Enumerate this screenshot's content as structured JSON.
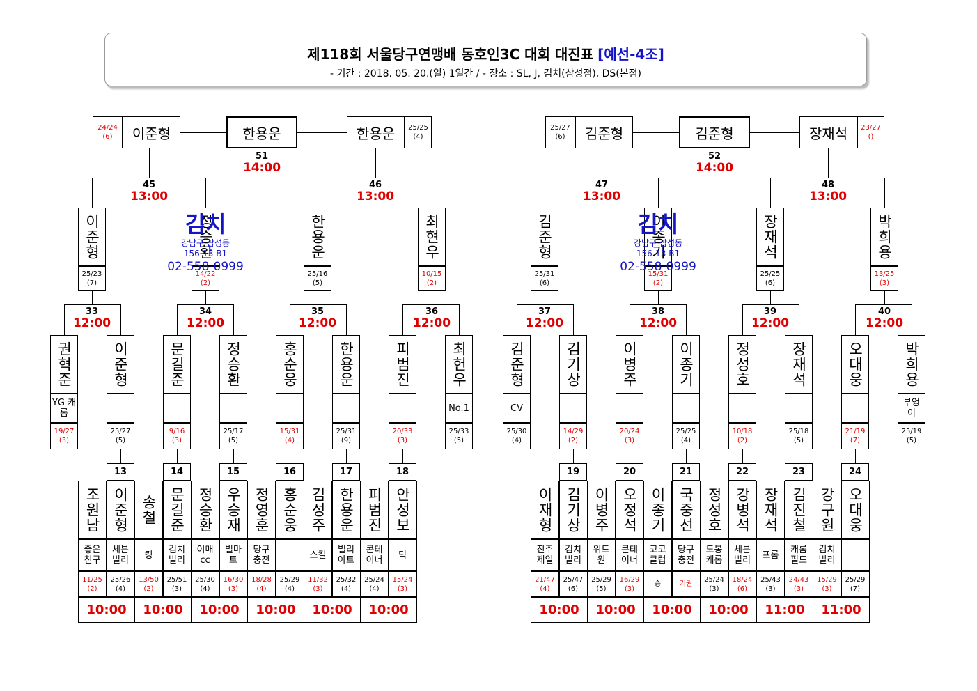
{
  "header": {
    "title": "제118회 서울당구연맹배 동호인3C 대회 대진표",
    "group": "[예선-4조]",
    "subtitle": "- 기간 : 2018. 05. 20.(일) 1일간 / - 장소 : SL, J, 김치(삼성점), DS(본점)"
  },
  "venue": {
    "name": "김치",
    "addr1": "강남구 삼성동",
    "addr2": "156-13 B1",
    "phone": "02-558-0999"
  },
  "left": {
    "final": {
      "winner": "한용운",
      "no": "51",
      "time": "14:00",
      "a": {
        "name": "이준형",
        "score": "24/24",
        "inn": "(6)",
        "red": true
      },
      "b": {
        "name": "한용운",
        "score": "25/25",
        "inn": "(4)",
        "red": false
      }
    },
    "r3": [
      {
        "no": "45",
        "time": "13:00"
      },
      {
        "no": "46",
        "time": "13:00"
      }
    ],
    "r3players": [
      {
        "name": "이준형",
        "score": "25/23",
        "inn": "(7)",
        "red": false
      },
      {
        "name": "정승환",
        "score": "14/22",
        "inn": "(2)",
        "red": true
      },
      {
        "name": "한용운",
        "score": "25/16",
        "inn": "(5)",
        "red": false
      },
      {
        "name": "최현우",
        "score": "10/15",
        "inn": "(2)",
        "red": true
      }
    ],
    "r2": [
      {
        "no": "33",
        "time": "12:00"
      },
      {
        "no": "34",
        "time": "12:00"
      },
      {
        "no": "35",
        "time": "12:00"
      },
      {
        "no": "36",
        "time": "12:00"
      }
    ],
    "r2players": [
      {
        "name": "권혁준",
        "club": "YG 캐롬",
        "score": "19/27",
        "inn": "(3)",
        "red": true
      },
      {
        "name": "이준형",
        "club": "",
        "score": "25/27",
        "inn": "(5)",
        "red": false
      },
      {
        "name": "문길준",
        "club": "",
        "score": "9/16",
        "inn": "(3)",
        "red": true
      },
      {
        "name": "정승환",
        "club": "",
        "score": "25/17",
        "inn": "(5)",
        "red": false
      },
      {
        "name": "홍순웅",
        "club": "",
        "score": "15/31",
        "inn": "(4)",
        "red": true
      },
      {
        "name": "한용운",
        "club": "",
        "score": "25/31",
        "inn": "(9)",
        "red": false
      },
      {
        "name": "피범진",
        "club": "",
        "score": "20/33",
        "inn": "(3)",
        "red": true
      },
      {
        "name": "최헌우",
        "club": "No.1",
        "score": "25/33",
        "inn": "(5)",
        "red": false
      }
    ],
    "r1nos": [
      "13",
      "14",
      "15",
      "16",
      "17",
      "18"
    ],
    "r1times": [
      "10:00",
      "10:00",
      "10:00",
      "10:00",
      "10:00",
      "10:00"
    ],
    "r1players": [
      {
        "name": "조원남",
        "club": "좋은 친구",
        "score": "11/25",
        "inn": "(2)",
        "red": true
      },
      {
        "name": "이준형",
        "club": "세븐 빌리",
        "score": "25/26",
        "inn": "(4)",
        "red": false
      },
      {
        "name": "송철",
        "club": "킹",
        "score": "13/50",
        "inn": "(2)",
        "red": true
      },
      {
        "name": "문길준",
        "club": "김치 빌리",
        "score": "25/51",
        "inn": "(3)",
        "red": false
      },
      {
        "name": "정승환",
        "club": "이매 cc",
        "score": "25/30",
        "inn": "(4)",
        "red": false
      },
      {
        "name": "우승재",
        "club": "빌마 트",
        "score": "16/30",
        "inn": "(3)",
        "red": true
      },
      {
        "name": "정영훈",
        "club": "당구 충전",
        "score": "18/28",
        "inn": "(4)",
        "red": true
      },
      {
        "name": "홍순웅",
        "club": "",
        "score": "25/29",
        "inn": "(4)",
        "red": false
      },
      {
        "name": "김성주",
        "club": "스킬",
        "score": "11/32",
        "inn": "(3)",
        "red": true
      },
      {
        "name": "한용운",
        "club": "빌리 아트",
        "score": "25/32",
        "inn": "(4)",
        "red": false
      },
      {
        "name": "피범진",
        "club": "콘테 이너",
        "score": "25/24",
        "inn": "(4)",
        "red": false
      },
      {
        "name": "안성보",
        "club": "딕",
        "score": "15/24",
        "inn": "(3)",
        "red": true
      }
    ]
  },
  "right": {
    "final": {
      "winner": "김준형",
      "no": "52",
      "time": "14:00",
      "a": {
        "name": "김준형",
        "score": "25/27",
        "inn": "(6)",
        "red": false
      },
      "b": {
        "name": "장재석",
        "score": "23/27",
        "inn": "()",
        "red": true
      }
    },
    "r3": [
      {
        "no": "47",
        "time": "13:00"
      },
      {
        "no": "48",
        "time": "13:00"
      }
    ],
    "r3players": [
      {
        "name": "김준형",
        "score": "25/31",
        "inn": "(6)",
        "red": false
      },
      {
        "name": "이종기",
        "score": "15/31",
        "inn": "(2)",
        "red": true
      },
      {
        "name": "장재석",
        "score": "25/25",
        "inn": "(6)",
        "red": false
      },
      {
        "name": "박희용",
        "score": "13/25",
        "inn": "(3)",
        "red": true
      }
    ],
    "r2": [
      {
        "no": "37",
        "time": "12:00"
      },
      {
        "no": "38",
        "time": "12:00"
      },
      {
        "no": "39",
        "time": "12:00"
      },
      {
        "no": "40",
        "time": "12:00"
      }
    ],
    "r2players": [
      {
        "name": "김준형",
        "club": "CV",
        "score": "25/30",
        "inn": "(4)",
        "red": false
      },
      {
        "name": "김기상",
        "club": "",
        "score": "14/29",
        "inn": "(2)",
        "red": true
      },
      {
        "name": "이병주",
        "club": "",
        "score": "20/24",
        "inn": "(3)",
        "red": true
      },
      {
        "name": "이종기",
        "club": "",
        "score": "25/25",
        "inn": "(4)",
        "red": false
      },
      {
        "name": "정성호",
        "club": "",
        "score": "10/18",
        "inn": "(2)",
        "red": true
      },
      {
        "name": "장재석",
        "club": "",
        "score": "25/18",
        "inn": "(5)",
        "red": false
      },
      {
        "name": "오대웅",
        "club": "",
        "score": "21/19",
        "inn": "(7)",
        "red": true
      },
      {
        "name": "박희용",
        "club": "부엉 이",
        "score": "25/19",
        "inn": "(5)",
        "red": false
      }
    ],
    "r1nos": [
      "19",
      "20",
      "21",
      "22",
      "23",
      "24"
    ],
    "r1times": [
      "10:00",
      "10:00",
      "10:00",
      "10:00",
      "11:00",
      "11:00"
    ],
    "r1players": [
      {
        "name": "이재형",
        "club": "진주 제일",
        "score": "21/47",
        "inn": "(4)",
        "red": true
      },
      {
        "name": "김기상",
        "club": "김치 빌리",
        "score": "25/47",
        "inn": "(6)",
        "red": false
      },
      {
        "name": "이병주",
        "club": "위드 원",
        "score": "25/29",
        "inn": "(5)",
        "red": false
      },
      {
        "name": "오정석",
        "club": "콘테 이너",
        "score": "16/29",
        "inn": "(3)",
        "red": true
      },
      {
        "name": "이종기",
        "club": "코코 클럽",
        "score": "승",
        "inn": "",
        "red": false
      },
      {
        "name": "국중선",
        "club": "당구 충전",
        "score": "기권",
        "inn": "",
        "red": true
      },
      {
        "name": "정성호",
        "club": "도봉 캐롬",
        "score": "25/24",
        "inn": "(3)",
        "red": false
      },
      {
        "name": "강병석",
        "club": "세븐 빌리",
        "score": "18/24",
        "inn": "(6)",
        "red": true
      },
      {
        "name": "장재석",
        "club": "프롬",
        "score": "25/43",
        "inn": "(3)",
        "red": false
      },
      {
        "name": "김진철",
        "club": "캐롬 필드",
        "score": "24/43",
        "inn": "(3)",
        "red": true
      },
      {
        "name": "강구원",
        "club": "김치 빌리",
        "score": "15/29",
        "inn": "(3)",
        "red": true
      },
      {
        "name": "오대웅",
        "club": "",
        "score": "25/29",
        "inn": "(7)",
        "red": false
      }
    ]
  }
}
